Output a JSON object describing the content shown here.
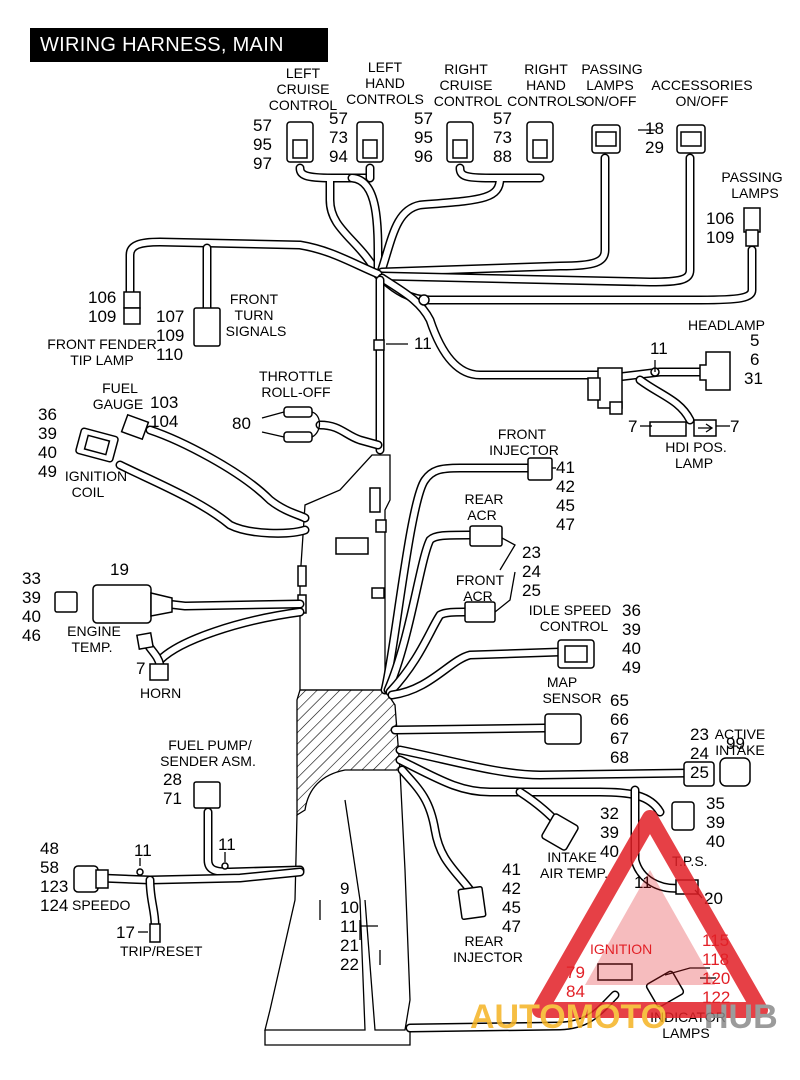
{
  "title": "WIRING HARNESS, MAIN",
  "labels": {
    "left_cruise": [
      "LEFT",
      "CRUISE",
      "CONTROL"
    ],
    "left_cruise_nums": [
      "57",
      "95",
      "97"
    ],
    "left_hand": [
      "LEFT",
      "HAND",
      "CONTROLS"
    ],
    "left_hand_nums": [
      "57",
      "73",
      "94"
    ],
    "right_cruise": [
      "RIGHT",
      "CRUISE",
      "CONTROL"
    ],
    "right_cruise_nums": [
      "57",
      "95",
      "96"
    ],
    "right_hand": [
      "RIGHT",
      "HAND",
      "CONTROLS"
    ],
    "right_hand_nums": [
      "57",
      "73",
      "88"
    ],
    "passing_lamps_sw": [
      "PASSING",
      "LAMPS",
      "ON/OFF"
    ],
    "accessories": [
      "ACCESSORIES",
      "ON/OFF"
    ],
    "sw_nums": [
      "18",
      "29"
    ],
    "passing_lamps": [
      "PASSING",
      "LAMPS"
    ],
    "passing_lamps_nums": [
      "106",
      "109"
    ],
    "front_fender": [
      "FRONT FENDER",
      "TIP LAMP"
    ],
    "front_fender_nums": [
      "106",
      "109"
    ],
    "front_turn": [
      "FRONT",
      "TURN",
      "SIGNALS"
    ],
    "front_turn_nums": [
      "107",
      "109",
      "110"
    ],
    "ground_11": "11",
    "headlamp": "HEADLAMP",
    "headlamp_nums": [
      "5",
      "6",
      "31"
    ],
    "headlamp_11": "11",
    "seven": "7",
    "hdi": [
      "HDI POS.",
      "LAMP"
    ],
    "throttle": [
      "THROTTLE",
      "ROLL-OFF"
    ],
    "throttle_num": "80",
    "fuel_gauge": [
      "FUEL",
      "GAUGE"
    ],
    "fuel_gauge_nums": [
      "103",
      "104"
    ],
    "ign_coil_nums": [
      "36",
      "39",
      "40",
      "49"
    ],
    "ign_coil": [
      "IGNITION",
      "COIL"
    ],
    "front_injector": [
      "FRONT",
      "INJECTOR"
    ],
    "front_injector_nums": [
      "41",
      "42",
      "45",
      "47"
    ],
    "rear_acr": [
      "REAR",
      "ACR"
    ],
    "front_acr": [
      "FRONT",
      "ACR"
    ],
    "acr_nums": [
      "23",
      "24",
      "25"
    ],
    "engine_temp_nums": [
      "33",
      "39",
      "40",
      "46"
    ],
    "engine_temp_19": "19",
    "engine_temp": [
      "ENGINE",
      "TEMP."
    ],
    "horn": "HORN",
    "horn_num": "7",
    "idle_speed": [
      "IDLE SPEED",
      "CONTROL"
    ],
    "idle_speed_nums": [
      "36",
      "39",
      "40",
      "49"
    ],
    "map_sensor": [
      "MAP",
      "SENSOR"
    ],
    "map_nums": [
      "65",
      "66",
      "67",
      "68"
    ],
    "active_intake": [
      "ACTIVE",
      "INTAKE"
    ],
    "active_intake_nums": [
      "23",
      "24",
      "25"
    ],
    "active_intake_99": "99",
    "fuel_pump": [
      "FUEL PUMP/",
      "SENDER ASM."
    ],
    "fuel_pump_nums": [
      "28",
      "71"
    ],
    "intake_air": [
      "INTAKE",
      "AIR TEMP."
    ],
    "intake_air_nums": [
      "32",
      "39",
      "40"
    ],
    "tps": "T.P.S.",
    "tps_nums": [
      "35",
      "39",
      "40"
    ],
    "tps_11": "11",
    "tps_20": "20",
    "speedo_nums": [
      "48",
      "58",
      "123",
      "124"
    ],
    "speedo": "SPEEDO",
    "speedo_11a": "11",
    "speedo_11b": "11",
    "trip_num": "17",
    "trip": "TRIP/RESET",
    "trunk_nums": [
      "9",
      "10",
      "11",
      "21",
      "22"
    ],
    "rear_injector_nums": [
      "41",
      "42",
      "45",
      "47"
    ],
    "rear_injector": [
      "REAR",
      "INJECTOR"
    ],
    "ignition": "IGNITION",
    "ignition_nums": [
      "79",
      "84"
    ],
    "indicator_nums": [
      "115",
      "118",
      "120",
      "122"
    ],
    "indicator": [
      "INDICATOR",
      "LAMPS"
    ]
  },
  "watermark": {
    "text_a": "AUTOMOTO",
    "text_b": "HUB",
    "color_a": "#f5b323",
    "color_b": "#8a8a8a",
    "accent": "#e21f26"
  }
}
